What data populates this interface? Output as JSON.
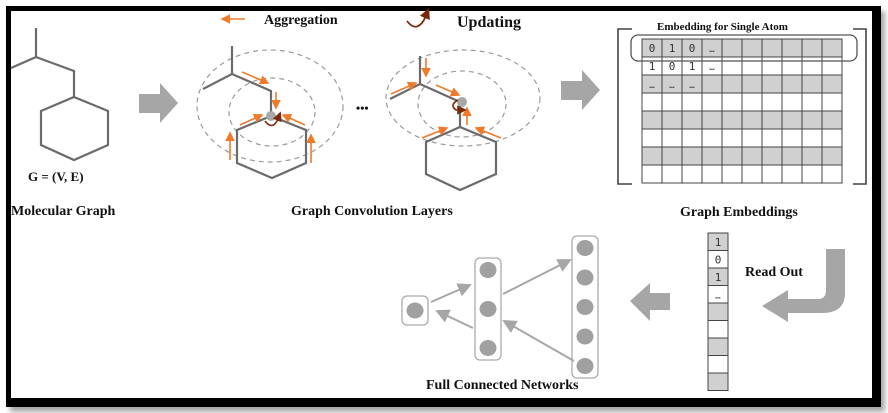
{
  "legend": {
    "aggregation_label": "Aggregation",
    "updating_label": "Updating",
    "aggregation_color": "#f07a2a",
    "updating_color": "#7a2a0a"
  },
  "molecular_graph": {
    "equation": "G = (V, E)",
    "title": "Molecular Graph"
  },
  "graph_convolution": {
    "title": "Graph Convolution Layers",
    "ellipsis": "•••"
  },
  "graph_embeddings": {
    "header": "Embedding for Single Atom",
    "title": "Graph Embeddings",
    "rows": [
      [
        "0",
        "1",
        "0",
        "…",
        "",
        "",
        "",
        "",
        "",
        ""
      ],
      [
        "1",
        "0",
        "1",
        "…",
        "",
        "",
        "",
        "",
        "",
        ""
      ],
      [
        "…",
        "…",
        "…",
        "",
        "",
        "",
        "",
        "",
        "",
        ""
      ],
      [
        "",
        "",
        "",
        "",
        "",
        "",
        "",
        "",
        "",
        ""
      ],
      [
        "",
        "",
        "",
        "",
        "",
        "",
        "",
        "",
        "",
        ""
      ],
      [
        "",
        "",
        "",
        "",
        "",
        "",
        "",
        "",
        "",
        ""
      ],
      [
        "",
        "",
        "",
        "",
        "",
        "",
        "",
        "",
        "",
        ""
      ],
      [
        "",
        "",
        "",
        "",
        "",
        "",
        "",
        "",
        "",
        ""
      ]
    ],
    "shaded_rows": [
      0,
      2,
      4,
      6
    ]
  },
  "readout": {
    "label": "Read Out",
    "vector": [
      "1",
      "0",
      "1",
      "…",
      "",
      "",
      "",
      "",
      ""
    ],
    "shaded_cells": [
      0,
      2,
      4,
      6,
      8
    ]
  },
  "fcn": {
    "title": "Full  Connected Networks",
    "layers": [
      1,
      3,
      5
    ]
  },
  "colors": {
    "arrow_gray": "#a6a6a6",
    "bond_gray": "#6b6b6b",
    "cell_shade": "#d0d0d0",
    "node_fill": "#a0a0a0"
  }
}
